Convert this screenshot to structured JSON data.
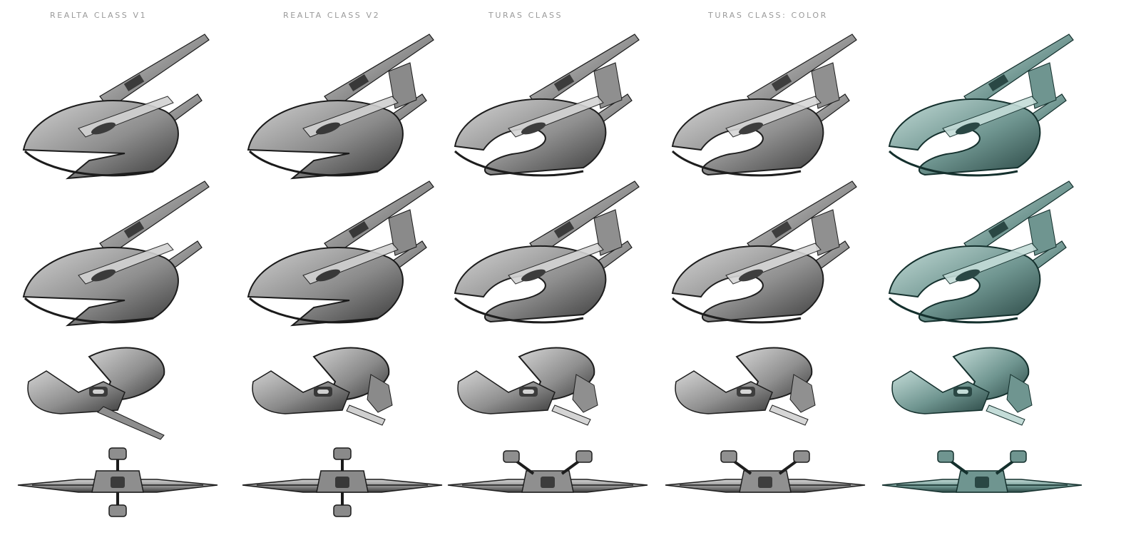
{
  "columns": [
    {
      "label": "REALTA CLASS V1",
      "variant": "realta-v1",
      "colors": {
        "light": "#d2d2d2",
        "mid": "#8e8e8e",
        "dark": "#3b3b3b",
        "edge": "#1c1c1c"
      }
    },
    {
      "label": "REALTA CLASS V2",
      "variant": "realta-v2",
      "colors": {
        "light": "#d0d0d0",
        "mid": "#8a8a8a",
        "dark": "#383838",
        "edge": "#1a1a1a"
      }
    },
    {
      "label": "TURAS CLASS",
      "variant": "turas",
      "colors": {
        "light": "#d4d4d4",
        "mid": "#8f8f8f",
        "dark": "#3c3c3c",
        "edge": "#1d1d1d"
      }
    },
    {
      "label": "TURAS CLASS: COLOR",
      "variant": "turas",
      "colors": {
        "light": "#d6d6d6",
        "mid": "#909090",
        "dark": "#3e3e3e",
        "edge": "#1e1e1e"
      }
    },
    {
      "label": "",
      "variant": "turas-color",
      "colors": {
        "light": "#c4dcd8",
        "mid": "#6f9590",
        "dark": "#2a4744",
        "edge": "#14302d"
      }
    }
  ],
  "views": [
    "perspective-front",
    "perspective-rear",
    "side",
    "front"
  ]
}
